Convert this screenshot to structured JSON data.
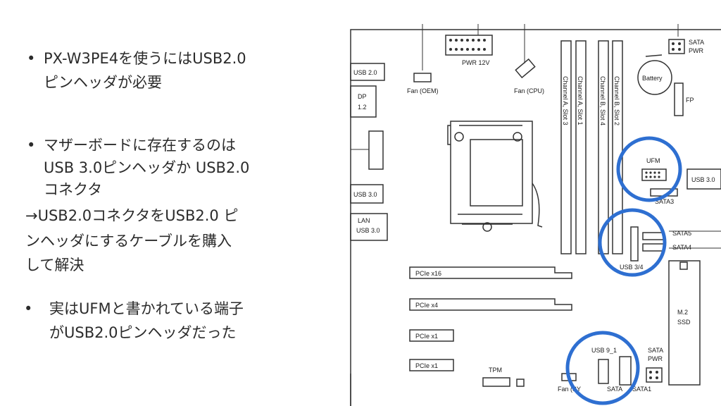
{
  "slide": {
    "bullet1": {
      "marker": "•",
      "line1": "PX-W3PE4を使うにはUSB2.0",
      "line2": "ピンヘッダが必要"
    },
    "bullet2": {
      "marker": "•",
      "line1": "マザーボードに存在するのは",
      "line2": "USB 3.0ピンヘッダか USB2.0",
      "line3": "コネクタ"
    },
    "result": {
      "line1": "→USB2.0コネクタをUSB2.0 ピ",
      "line2": "ンヘッダにするケーブルを購入",
      "line3": "して解決"
    },
    "bullet3": {
      "marker": "•",
      "line1": "実はUFMと書かれている端子",
      "line2": "がUSB2.0ピンヘッダだった"
    }
  },
  "diagram": {
    "labels": {
      "usb20": "USB 2.0",
      "dp": "DP",
      "dp_ver": "1.2",
      "usb30_left": "USB 3.0",
      "lan": "LAN",
      "lan_usb": "USB 3.0",
      "pwr12v": "PWR 12V",
      "fan_oem": "Fan (OEM)",
      "fan_cpu": "Fan (CPU)",
      "ch_a3": "Channel A, Slot 3",
      "ch_a1": "Channel A, Slot 1",
      "ch_b4": "Channel B, Slot 4",
      "ch_b2": "Channel B, Slot 2",
      "battery": "Battery",
      "sata_pwr_top": "SATA",
      "sata_pwr_top2": "PWR",
      "fp": "FP",
      "ufm": "UFM",
      "usb30_right": "USB 3.0",
      "sata3": "SATA3",
      "sata5": "SATA5",
      "sata4": "SATA4",
      "usb34": "USB 3/4",
      "pcie16": "PCIe x16",
      "pcie4": "PCIe x4",
      "pcie1a": "PCIe x1",
      "pcie1b": "PCIe x1",
      "m2": "M.2",
      "ssd": "SSD",
      "usb91": "USB 9_1",
      "sata_pwr_bot": "SATA",
      "sata_pwr_bot2": "PWR",
      "tpm": "TPM",
      "fan_sys": "Fan (SY",
      "sata2": "SATA",
      "sata1": "SATA1"
    },
    "highlight_color": "#2e6fd1"
  }
}
